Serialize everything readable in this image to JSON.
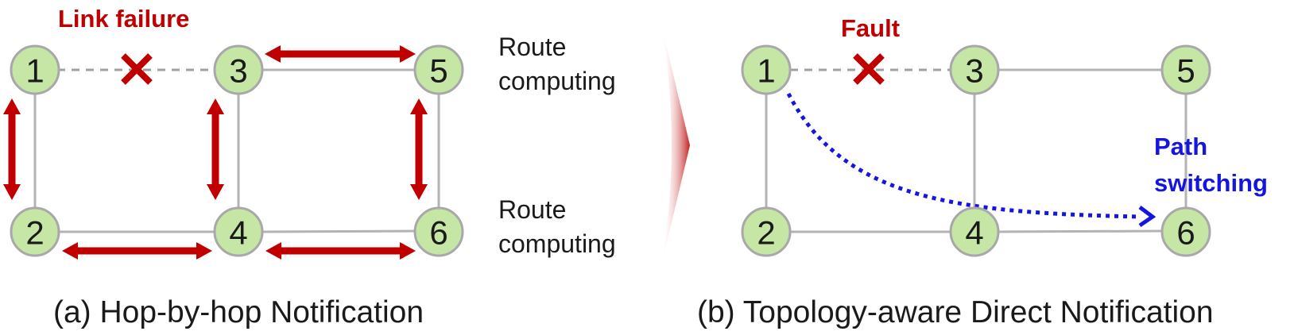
{
  "panel_a": {
    "caption": "(a) Hop-by-hop Notification",
    "failure_label": "Link failure",
    "route_top_line1": "Route",
    "route_top_line2": "computing",
    "route_bottom_line1": "Route",
    "route_bottom_line2": "computing",
    "nodes": [
      "1",
      "2",
      "3",
      "4",
      "5",
      "6"
    ]
  },
  "panel_b": {
    "caption": "(b) Topology-aware Direct Notification",
    "fault_label": "Fault",
    "path_line1": "Path",
    "path_line2": "switching",
    "nodes": [
      "1",
      "2",
      "3",
      "4",
      "5",
      "6"
    ]
  },
  "colors": {
    "node_fill": "#c6e6a6",
    "node_border": "#a8a8a8",
    "notification_arrow": "#c00000",
    "fault_mark": "#c00000",
    "path_switch": "#1515e0"
  },
  "icons": {
    "fault_mark": "cross-icon",
    "separator": "chevron-right-icon"
  }
}
